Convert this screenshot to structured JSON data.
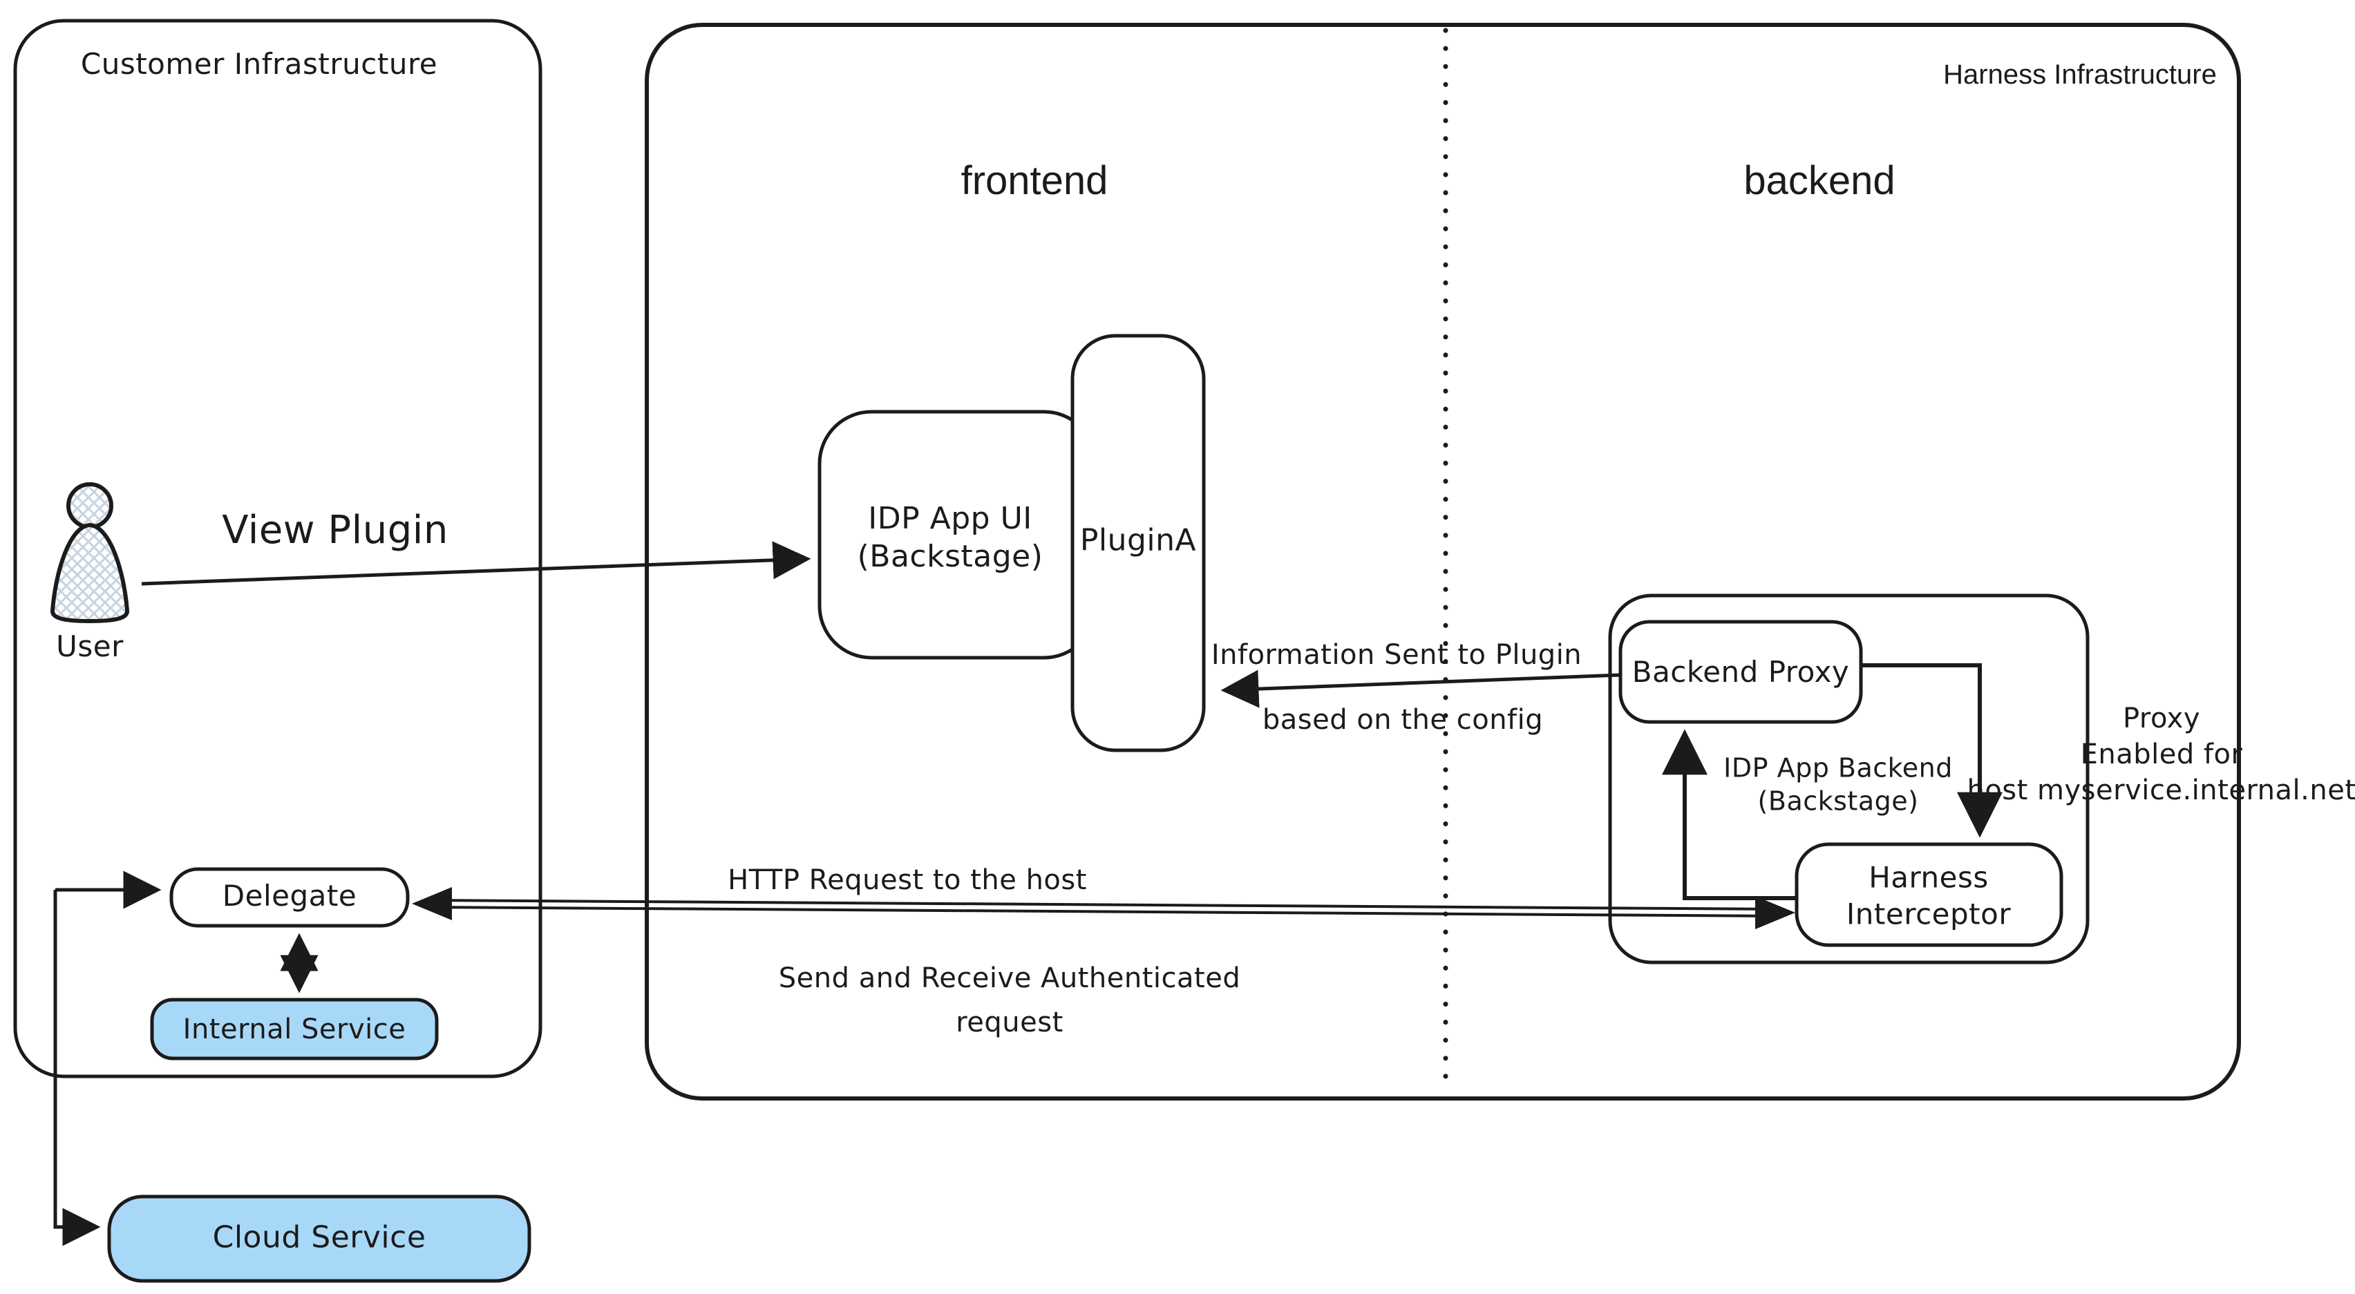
{
  "regions": {
    "customer": {
      "label": "Customer Infrastructure"
    },
    "harness": {
      "label": "Harness Infrastructure"
    },
    "frontend_label": "frontend",
    "backend_label": "backend"
  },
  "nodes": {
    "user": {
      "label": "User"
    },
    "idp_app_ui": {
      "line1": "IDP App UI",
      "line2": "(Backstage)"
    },
    "plugin_a": {
      "label": "PluginA"
    },
    "backend_proxy": {
      "label": "Backend Proxy"
    },
    "idp_app_backend": {
      "line1": "IDP App Backend",
      "line2": "(Backstage)"
    },
    "harness_interceptor": {
      "line1": "Harness",
      "line2": "Interceptor"
    },
    "delegate": {
      "label": "Delegate"
    },
    "internal_service": {
      "label": "Internal Service"
    },
    "cloud_service": {
      "label": "Cloud Service"
    }
  },
  "edges": {
    "view_plugin": {
      "label": "View Plugin"
    },
    "info_sent": {
      "line1": "Information Sent to Plugin",
      "line2": "based on the config"
    },
    "http_request": {
      "label": "HTTP Request to the host"
    },
    "send_receive": {
      "line1": "Send and Receive Authenticated",
      "line2": "request"
    },
    "proxy_enabled": {
      "line1": "Proxy",
      "line2": "Enabled for",
      "line3": "host myservice.internal.net"
    }
  },
  "colors": {
    "ink": "#1b1b1b",
    "service_fill": "#a8d8f8",
    "background": "#ffffff",
    "hatch": "#c7d4e0"
  }
}
